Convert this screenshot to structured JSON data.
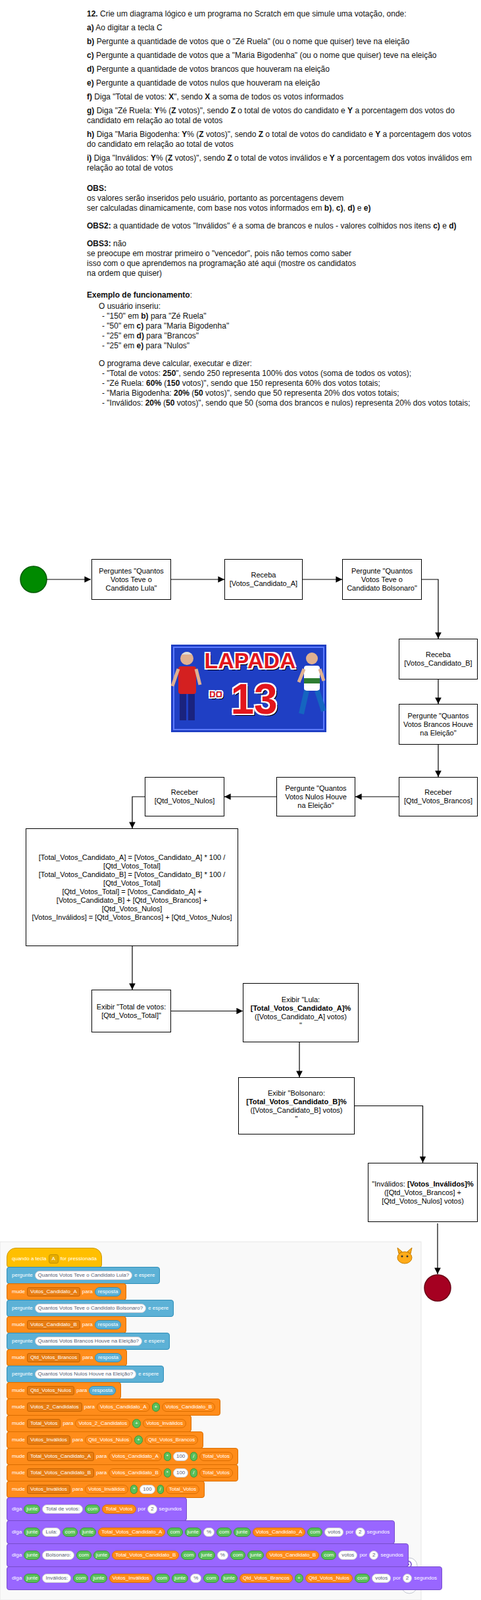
{
  "diagram": {
    "nodes": [
      {
        "text": [
          "Perguntes \"Quantos Votos Teve o Candidato Lula\""
        ]
      },
      {
        "text": [
          "Receba [Votos_Candidato_A]"
        ]
      },
      {
        "text": [
          "Pergunte \"Quantos Votos Teve o Candidato Bolsonaro\""
        ]
      },
      {
        "text": [
          "Receba [Votos_Candidato_B]"
        ]
      },
      {
        "text": [
          "Pergunte \"Quantos Votos Brancos Houve na Eleição\""
        ]
      },
      {
        "text": [
          "Receber [Qtd_Votos_Brancos]"
        ]
      },
      {
        "text": [
          "Pergunte \"Quantos Votos Nulos Houve na Eleição\""
        ]
      },
      {
        "text": [
          "Receber [Qtd_Votos_Nulos]"
        ]
      },
      {
        "text": [
          "[Total_Votos_Candidato_A] = [Votos_Candidato_A] * 100 / [Qtd_Votos_Total]",
          "[Total_Votos_Candidato_B] = [Votos_Candidato_B] * 100 / [Qtd_Votos_Total]",
          "[Qtd_Votos_Total] = [Votos_Candidato_A] + [Votos_Candidato_B] + [Qtd_Votos_Brancos] + [Qtd_Votos_Nulos]",
          "[Votos_Inválidos] = [Qtd_Votos_Brancos] + [Qtd_Votos_Nulos]"
        ]
      },
      {
        "text": [
          "Exibir \"Total de votos: [Qtd_Votos_Total]\""
        ]
      },
      {
        "text": [
          "Exibir \"Lula:",
          "[Total_Votos_Candidato_A]%",
          "([Votos_Candidato_A] votos)",
          "\""
        ]
      },
      {
        "text": [
          "Exibir \"Bolsonaro:",
          "[Total_Votos_Candidato_B]%",
          "([Votos_Candidato_B] votos)",
          "\""
        ]
      },
      {
        "text": [
          "\"Inválidos:",
          "[Votos_Inválidos]%",
          "([Qtd_Votos_Brancos] + [Qtd_Votos_Nulos] votos)"
        ]
      },
      {
        "text": [
          "quando a tecla",
          "A",
          "for pressionada"
        ]
      },
      {
        "text": [
          "pergunte",
          "Quantos Votos Teve o Candidato Lula?",
          "e espere"
        ]
      },
      {
        "text": [
          "mude",
          "Votos_Candidato_A",
          "para",
          "resposta"
        ]
      },
      {
        "text": [
          "pergunte",
          "Quantos Votos Teve o Candidato Bolsonaro?",
          "e espere"
        ]
      },
      {
        "text": [
          "mude",
          "Votos_Candidato_B",
          "para",
          "resposta"
        ]
      },
      {
        "text": [
          "pergunte",
          "Quantos Votos Brancos Houve na Eleição?",
          "e espere"
        ]
      },
      {
        "text": [
          "mude",
          "Qtd_Votos_Brancos",
          "para",
          "resposta"
        ]
      },
      {
        "text": [
          "pergunte",
          "Quantos Votos Nulos Houve na Eleição?",
          "e espere"
        ]
      },
      {
        "text": [
          "mude",
          "Qtd_Votos_Nulos",
          "para",
          "resposta"
        ]
      },
      {
        "text": [
          "mude",
          "Votos_2_Candidatos",
          "para",
          "Votos_Candidato_A",
          "+",
          "Votos_Candidato_B"
        ]
      },
      {
        "text": [
          "mude",
          "Total_Votos",
          "para",
          "Votos_2_Candidatos",
          "+",
          "Votos_Inválidos"
        ]
      },
      {
        "text": [
          "mude",
          "Votos_Inválidos",
          "para",
          "Qtd_Votos_Nulos",
          "+",
          "Qtd_Votos_Brancos"
        ]
      },
      {
        "text": [
          "mude",
          "Total_Votos_Candidato_A",
          "para",
          "Votos_Candidato_A",
          "*",
          "100",
          "/",
          "Total_Votos"
        ]
      },
      {
        "text": [
          "mude",
          "Total_Votos_Candidato_B",
          "para",
          "Votos_Candidato_B",
          "*",
          "100",
          "/",
          "Total_Votos"
        ]
      },
      {
        "text": [
          "mude",
          "Votos_Inválidos",
          "para",
          "Votos_Inválidos",
          "*",
          "100",
          "/",
          "Total_Votos"
        ]
      },
      {
        "text": [
          "diga",
          "junte",
          "Total de votos:",
          "com",
          "Total_Votos",
          "por",
          "2",
          "segundos"
        ]
      },
      {
        "text": [
          "diga",
          "junte",
          "Lula:",
          "com",
          "junte",
          "Total_Votos_Candidato_A",
          "com",
          "junte",
          "%",
          "com",
          "junte",
          "Votos_Candidato_A",
          "com",
          "votos",
          "por",
          "2",
          "segundos"
        ]
      },
      {
        "text": [
          "diga",
          "junte",
          "Bolsonaro:",
          "com",
          "junte",
          "Total_Votos_Candidato_B",
          "com",
          "junte",
          "%",
          "com",
          "junte",
          "Votos_Candidato_B",
          "com",
          "votos",
          "por",
          "2",
          "segundos"
        ]
      },
      {
        "text": [
          "diga",
          "junte",
          "Inválidos:",
          "com",
          "junte",
          "Votos_Inválidos",
          "com",
          "junte",
          "%",
          "com",
          "junte",
          "Qtd_Votos_Brancos",
          "+",
          "Qtd_Votos_Nulos",
          "com",
          "votos",
          "por",
          "2",
          "segundos"
        ]
      }
    ],
    "edges": [
      {
        "from": 0,
        "to": 1,
        "arrow": "to"
      },
      {
        "from": 1,
        "to": 2,
        "arrow": "to"
      },
      {
        "from": 2,
        "to": 3,
        "arrow": "to"
      },
      {
        "from": 3,
        "to": 4,
        "arrow": "to"
      },
      {
        "from": 4,
        "to": 5,
        "arrow": "to"
      },
      {
        "from": 5,
        "to": 6,
        "arrow": "to"
      },
      {
        "from": 6,
        "to": 7,
        "arrow": "to"
      },
      {
        "from": 7,
        "to": 8,
        "arrow": "to"
      },
      {
        "from": 8,
        "to": 9,
        "arrow": "to"
      },
      {
        "from": 9,
        "to": 10,
        "arrow": "to"
      },
      {
        "from": 10,
        "to": 11,
        "arrow": "to"
      },
      {
        "from": 11,
        "to": 12,
        "arrow": "to"
      }
    ],
    "labels": [
      "12.",
      " Crie um diagrama lógico e um programa no Scratch em que simule uma votação, onde:",
      "a)",
      " Ao digitar a tecla C",
      "b)",
      " Pergunte a quantidade de votos que o \"Zé Ruela\" (ou o nome que quiser) teve na eleição",
      "c)",
      " Pergunte a quantidade de votos que a \"Maria Bigodenha\" (ou o nome que quiser) teve na eleição",
      "d)",
      " Pergunte a quantidade de votos brancos que houveram na eleição",
      "e)",
      " Pergunte a quantidade de votos nulos que houveram na eleição",
      "f)",
      " Diga \"Total de votos: ",
      "X",
      "\", sendo ",
      "X",
      " a soma de todos os votos informados",
      "g)",
      " Diga \"Zé Ruela: ",
      "Y",
      "% (",
      "Z",
      " votos)\", sendo ",
      "Z",
      " o total de votos do candidato e ",
      "Y",
      " a porcentagem dos votos do candidato em relação ao total de votos",
      "h)",
      " Diga \"Maria Bigodenha: ",
      "Y",
      "% (",
      "Z",
      " votos)\", sendo ",
      "Z",
      " o total de votos do candidato e ",
      "Y",
      " a porcentagem dos votos do candidato em relação ao total de votos",
      "i)",
      " Diga \"Inválidos: ",
      "Y",
      "% (",
      "Z",
      " votos)\", sendo ",
      "Z",
      " o total de votos inválidos e ",
      "Y",
      " a porcentagem dos votos inválidos em relação ao total de votos",
      "OBS:",
      "os valores serão inseridos pelo usuário, portanto as porcentagens devem",
      "ser calculadas dinamicamente, com base nos votos informados em ",
      "b)",
      ", ",
      "c)",
      ", ",
      "d)",
      " e ",
      "e)",
      "OBS2:",
      " a quantidade de votos \"Inválidos\" é a soma de brancos e nulos - valores colhidos nos itens ",
      "c)",
      " e ",
      "d)",
      "OBS3:",
      " não",
      "se preocupe em mostrar primeiro o \"vencedor\", pois não temos como saber",
      "isso com o que aprendemos na programação até aqui (mostre os candidatos",
      "na ordem que quiser)",
      "Exemplo de funcionamento",
      ":",
      "O usuário inseriu:",
      "- \"150\" em ",
      "b)",
      " para \"Zé Ruela\"",
      "- \"50\" em ",
      "c)",
      " para \"Maria Bigodenha\"",
      "- \"25\" em ",
      "d)",
      " para \"Brancos\"",
      "- \"25\" em ",
      "e)",
      " para \"Nulos\"",
      "O programa deve calcular, executar e dizer:",
      "- \"Total de votos: ",
      "250",
      "\", sendo 250 representa 100% dos votos (soma de todos os votos);",
      "- \"Zé Ruela: ",
      "60%",
      " (",
      "150",
      " votos)\", sendo que 150 representa 60% dos votos totais;",
      "- \"Maria Bigodenha: ",
      "20%",
      " (",
      "50",
      " votos)\", sendo que 50 representa 20% dos votos totais;",
      "- \"Inválidos: ",
      "20%",
      " (",
      "50",
      " votos)\", sendo que 50 (soma dos brancos e nulos) representa 20% dos votos totais;",
      "LAPADA",
      "DO",
      "13"
    ]
  }
}
